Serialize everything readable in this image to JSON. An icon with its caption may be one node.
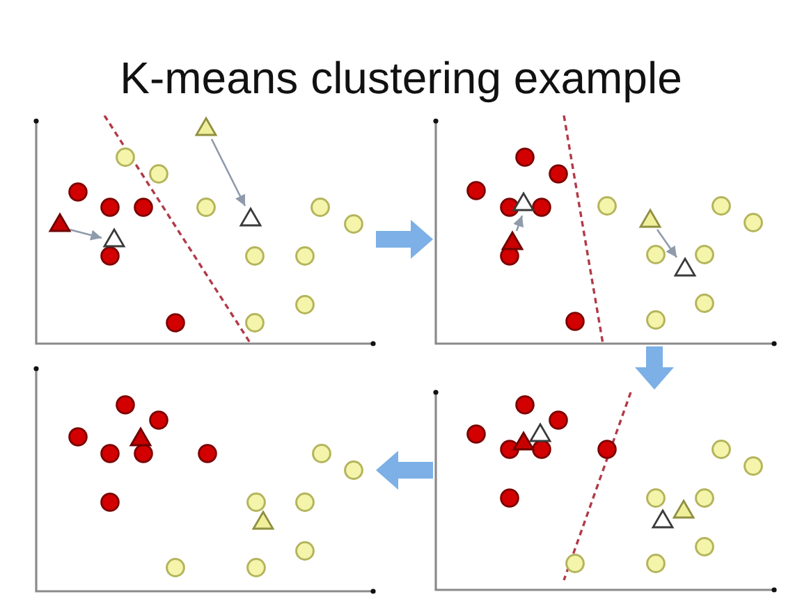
{
  "diagram": {
    "title": "K-means clustering example",
    "nodes": [
      {
        "text": [],
        "shape": "picture"
      },
      {
        "text": [],
        "shape": "picture"
      },
      {
        "text": [],
        "shape": "picture"
      },
      {
        "text": [],
        "shape": "picture"
      }
    ],
    "edges": [
      {
        "from": 0,
        "to": 1,
        "arrow": "to"
      },
      {
        "from": 1,
        "to": 3,
        "arrow": "to"
      },
      {
        "from": 3,
        "to": 2,
        "arrow": "to"
      }
    ]
  }
}
